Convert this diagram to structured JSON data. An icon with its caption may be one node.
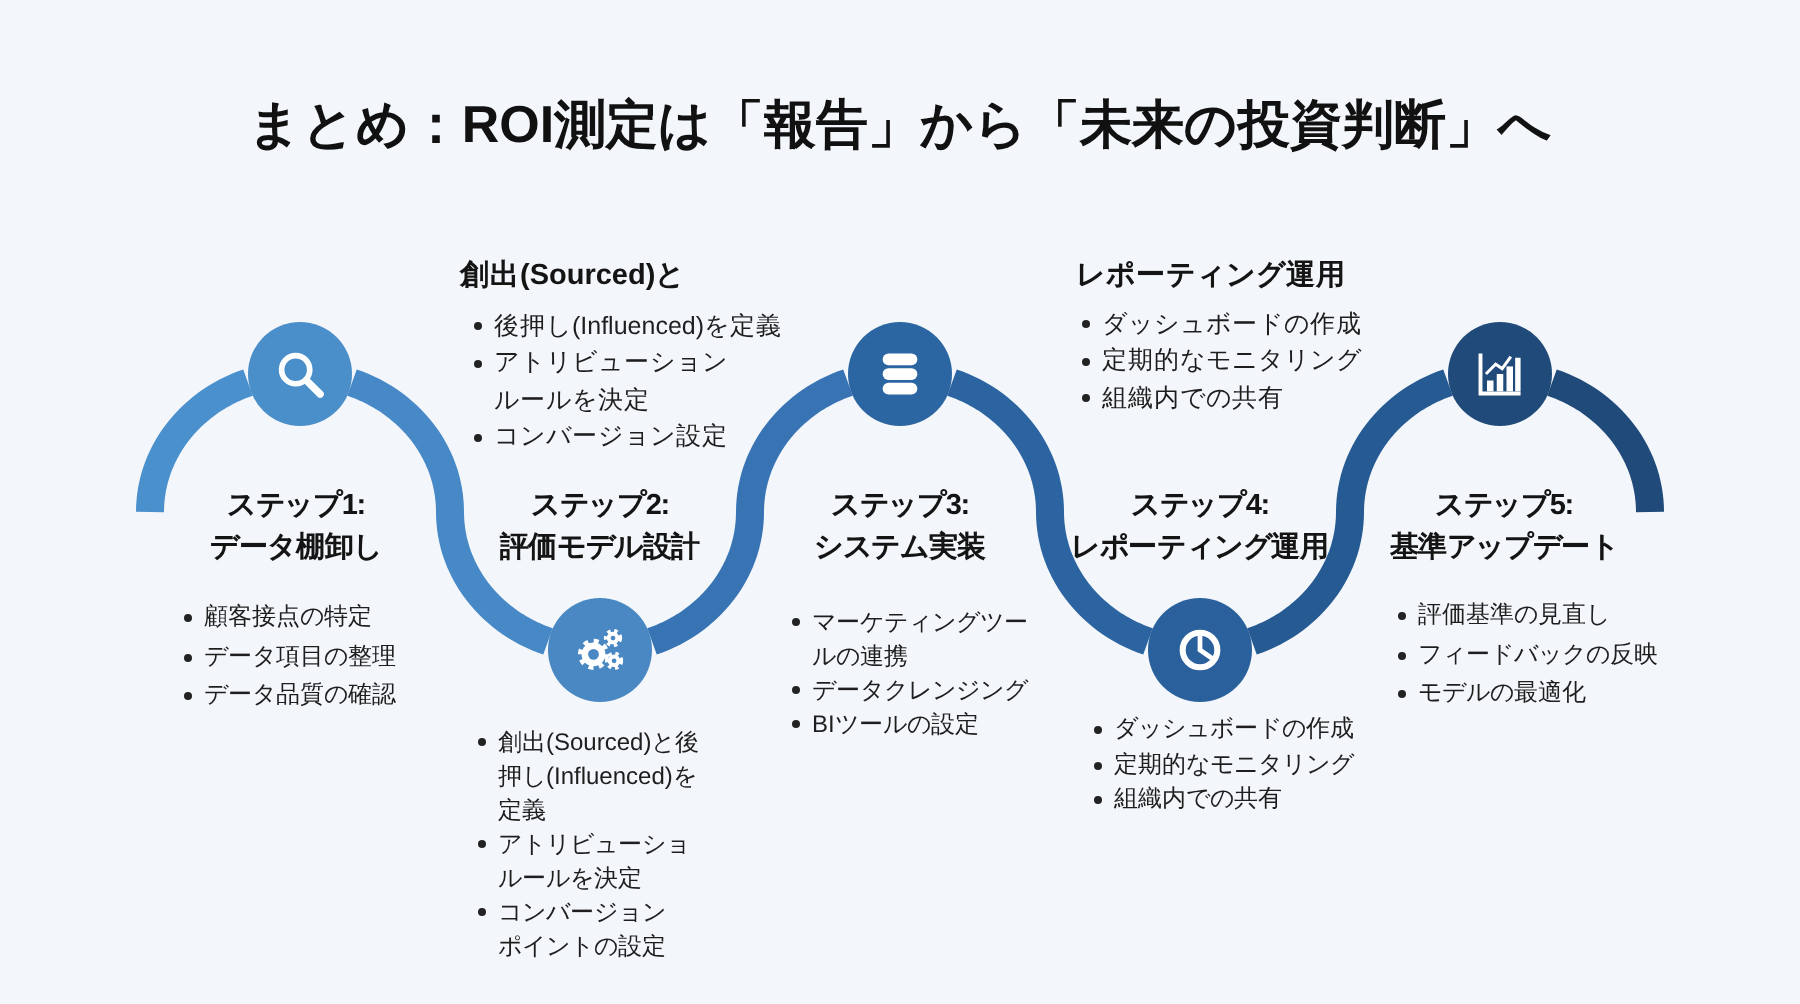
{
  "diagram": {
    "title": "まとめ：ROI測定は「報告」から「未来の投資判断」へ",
    "nodes": [
      {
        "text": [],
        "shape": "circle",
        "beside": [
          "ステップ1:データ棚卸し",
          "顧客接点の特定",
          "データ項目の整理",
          "データ品質の確認"
        ]
      },
      {
        "text": [],
        "shape": "circle",
        "beside": [
          "ステップ2:評価モデル設計",
          "創出(Sourced)と後押し(Influenced)を定義",
          "アトリビューショルールを決定",
          "コンバージョンポイントの設定"
        ]
      },
      {
        "text": [],
        "shape": "circle",
        "beside": [
          "ステップ3:システム実装",
          "マーケティングツールの連携",
          "データクレンジング",
          "BIツールの設定"
        ]
      },
      {
        "text": [],
        "shape": "circle",
        "beside": [
          "ステップ4:レポーティング運用",
          "ダッシュボードの作成",
          "定期的なモニタリング",
          "組織内での共有"
        ]
      },
      {
        "text": [],
        "shape": "circle",
        "beside": [
          "ステップ5:基準アップデート",
          "評価基準の見直し",
          "フィードバックの反映",
          "モデルの最適化"
        ]
      }
    ],
    "edges": [
      {
        "from": null,
        "to": 0,
        "arrow": "none",
        "color": "#4a90cc"
      },
      {
        "from": 0,
        "to": 1,
        "arrow": "none",
        "color": "#4689c6"
      },
      {
        "from": 1,
        "to": 2,
        "arrow": "none",
        "color": "#3874b4"
      },
      {
        "from": 2,
        "to": 3,
        "arrow": "none",
        "color": "#2b64a0"
      },
      {
        "from": 3,
        "to": 4,
        "arrow": "none",
        "color": "#255a92"
      },
      {
        "from": 4,
        "to": null,
        "arrow": "none",
        "color": "#1f4a79"
      }
    ],
    "labels": [
      "創出(Sourced)と",
      "後押し(Influenced)を定義",
      "アトリビューションルールを決定",
      "コンバージョン設定",
      "レポーティング運用",
      "ダッシュボードの作成",
      "定期的なモニタリング",
      "組織内での共有"
    ]
  }
}
